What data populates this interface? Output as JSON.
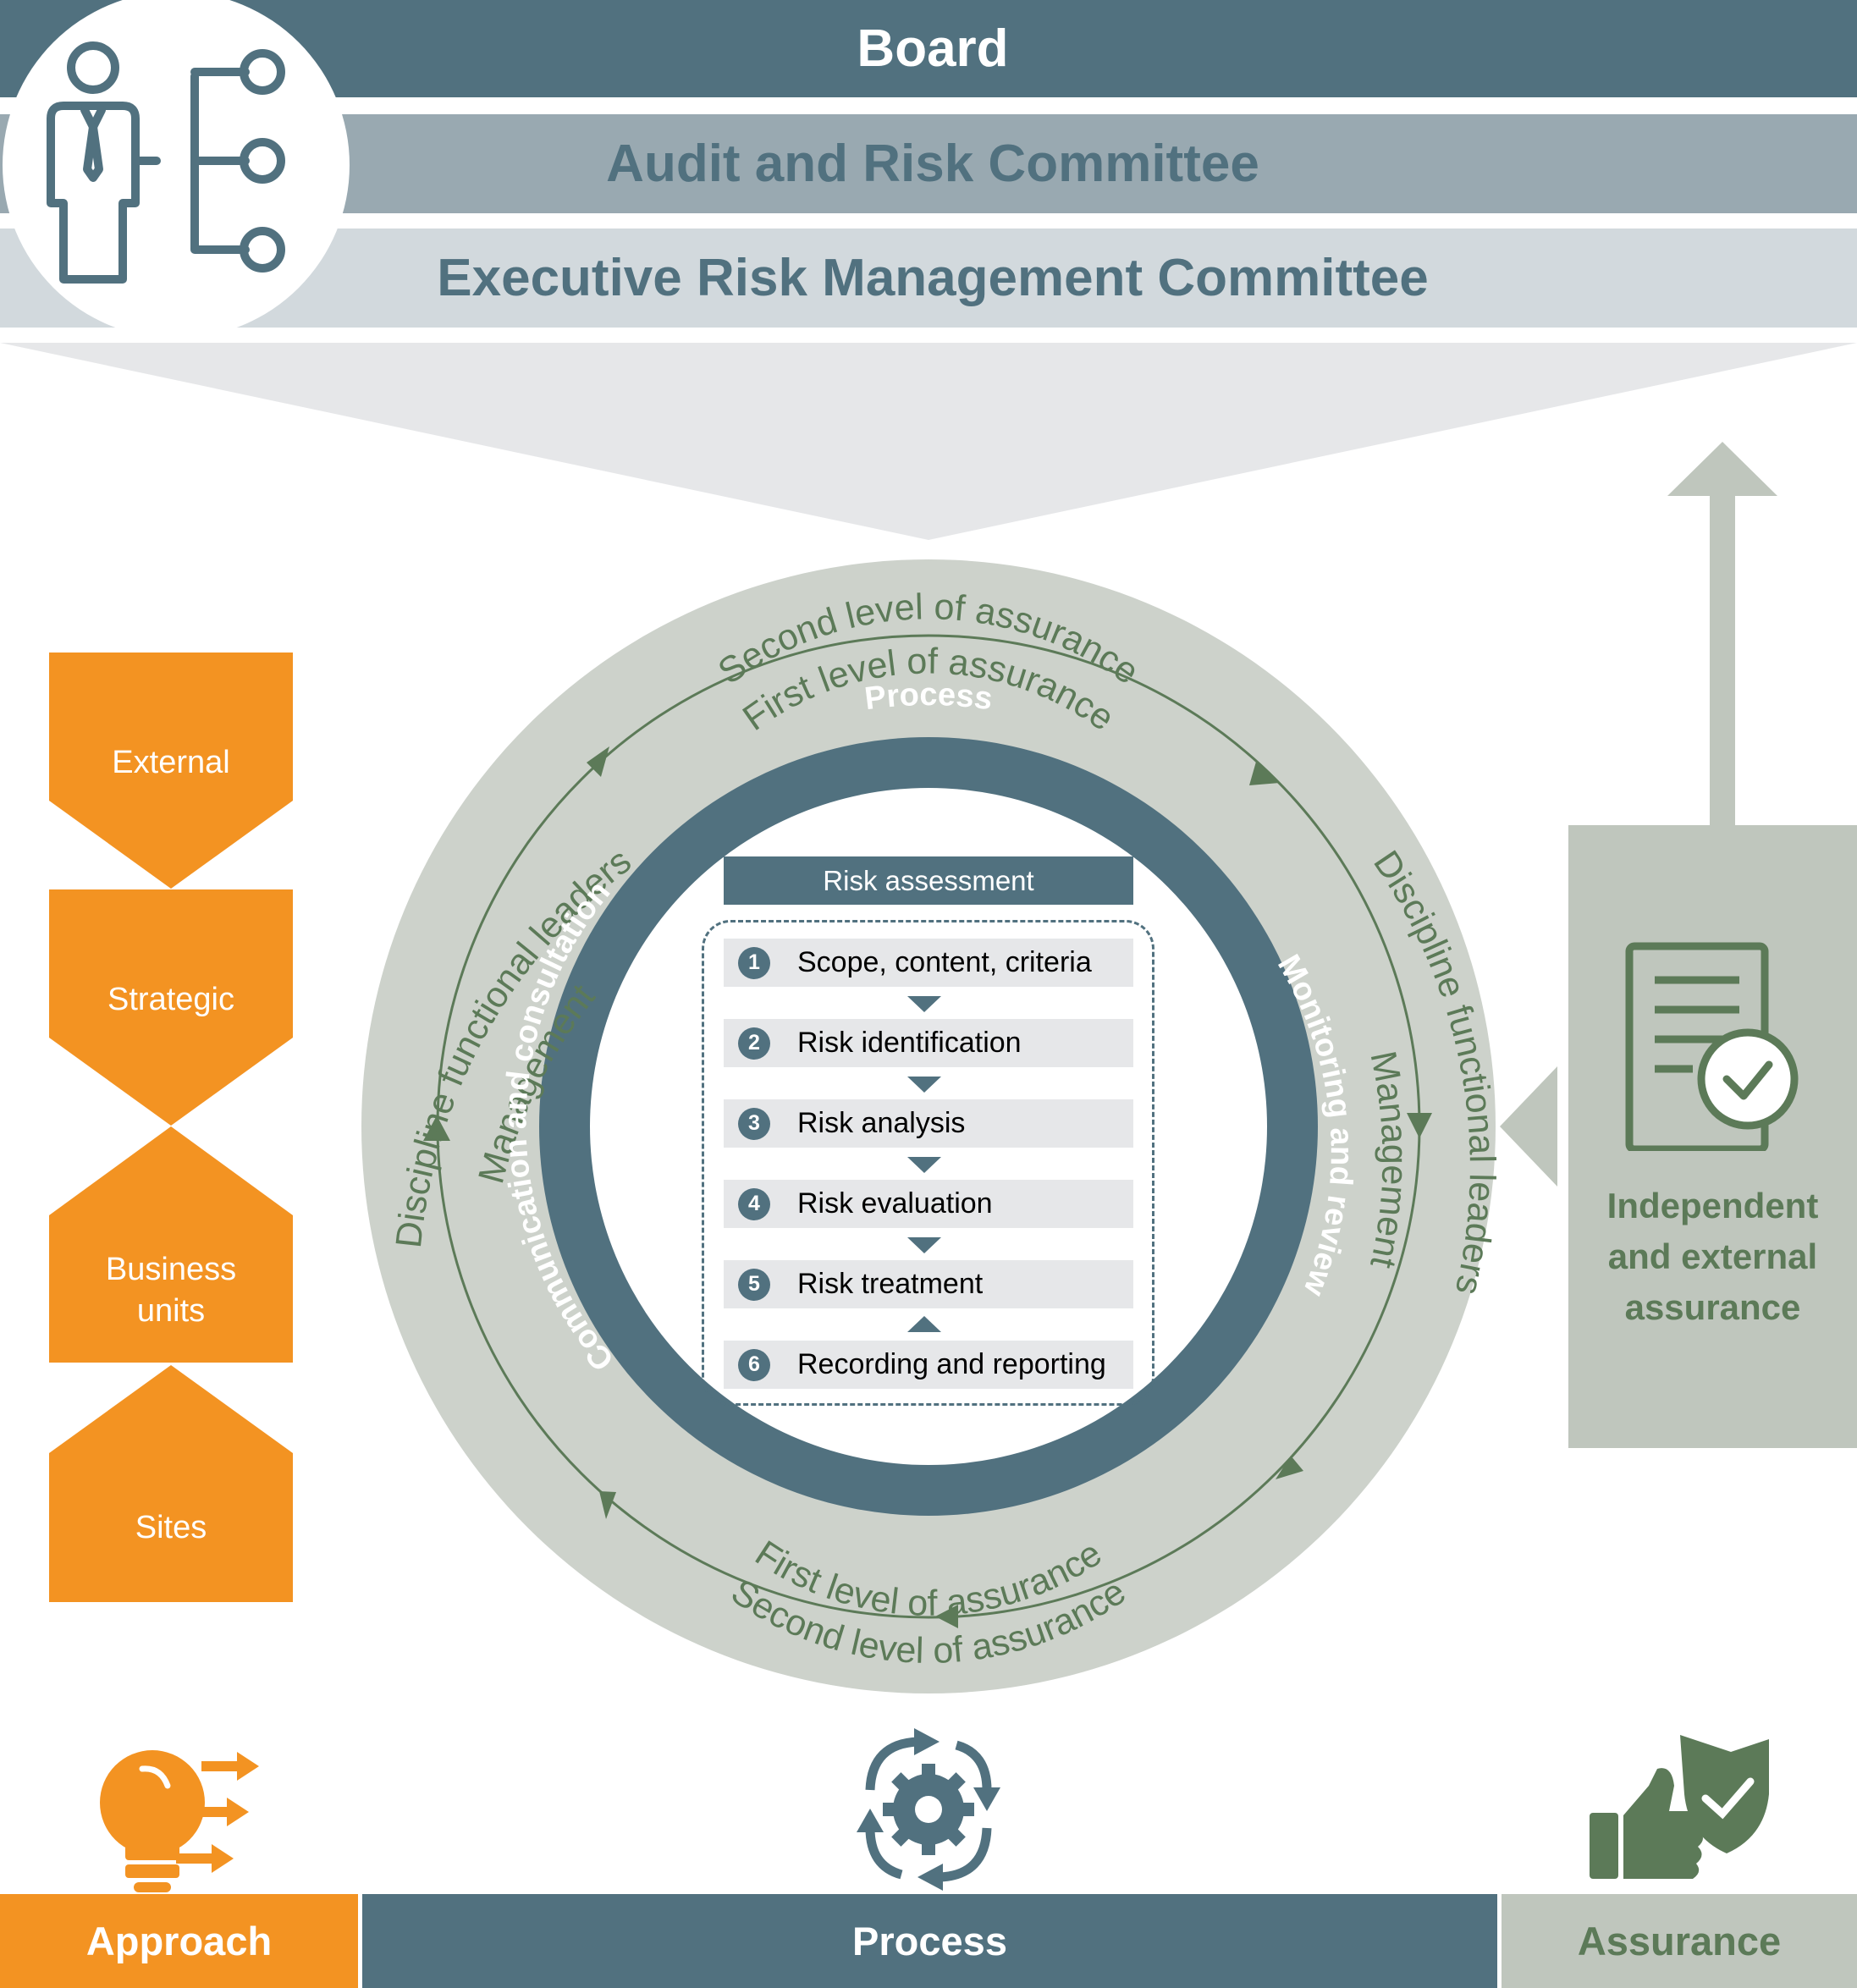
{
  "governance": {
    "board": "Board",
    "audit_committee": "Audit and Risk Committee",
    "executive_committee": "Executive Risk Management Committee"
  },
  "approach_levels": [
    "External",
    "Strategic",
    "Business units",
    "Sites"
  ],
  "cycle": {
    "outer_top": "Second level of assurance",
    "inner_top": "First level of assurance",
    "inner_bottom": "First level of assurance",
    "outer_bottom": "Second level of assurance",
    "left_outer": "Discipline functional leaders",
    "left_inner": "Management",
    "right_outer": "Discipline functional leaders",
    "right_inner": "Management",
    "process_label": "Process",
    "left_ring": "Communication and consultation",
    "right_ring": "Monitoring and review"
  },
  "risk_assessment": {
    "title": "Risk assessment",
    "steps": [
      {
        "num": "1",
        "label": "Scope, content, criteria"
      },
      {
        "num": "2",
        "label": "Risk identification"
      },
      {
        "num": "3",
        "label": "Risk analysis"
      },
      {
        "num": "4",
        "label": "Risk evaluation"
      },
      {
        "num": "5",
        "label": "Risk treatment"
      },
      {
        "num": "6",
        "label": "Recording and reporting"
      }
    ]
  },
  "assurance_box": {
    "line1": "Independent",
    "line2": "and external",
    "line3": "assurance"
  },
  "footer": {
    "approach": "Approach",
    "process": "Process",
    "assurance": "Assurance"
  },
  "icons": {
    "org": "org-chart-person-icon",
    "approach": "lightbulb-arrows-icon",
    "process": "gear-cycle-icon",
    "assurance": "thumbs-up-shield-icon",
    "document": "certified-document-icon"
  },
  "colors": {
    "slate": "#51717f",
    "slate_mid": "#99a9b1",
    "slate_light": "#d2d9dd",
    "orange": "#f39322",
    "sage": "#bfc6bd",
    "green_text": "#5c7a58",
    "ring_bg": "#cdd2cb"
  }
}
